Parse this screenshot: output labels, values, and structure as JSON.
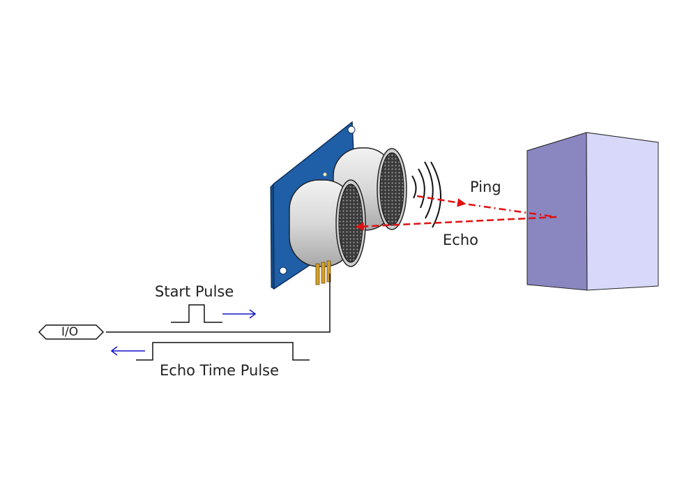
{
  "labels": {
    "ping": "Ping",
    "echo": "Echo",
    "start_pulse": "Start Pulse",
    "echo_time_pulse": "Echo Time Pulse",
    "io": "I/O"
  },
  "colors": {
    "board": "#1f5fa8",
    "transducer_rim": "#d9d9d9",
    "transducer_mesh": "#3a3a3a",
    "beam": "#e01010",
    "direction_arrow": "#1414c8",
    "wall_front": "#8a86c0",
    "wall_side": "#d8d8fa",
    "wall_top": "#b4b2e0",
    "pin": "#d4a02a"
  },
  "icons": {
    "sensor": "ultrasonic-sensor-icon",
    "obstacle": "obstacle-block-icon"
  }
}
